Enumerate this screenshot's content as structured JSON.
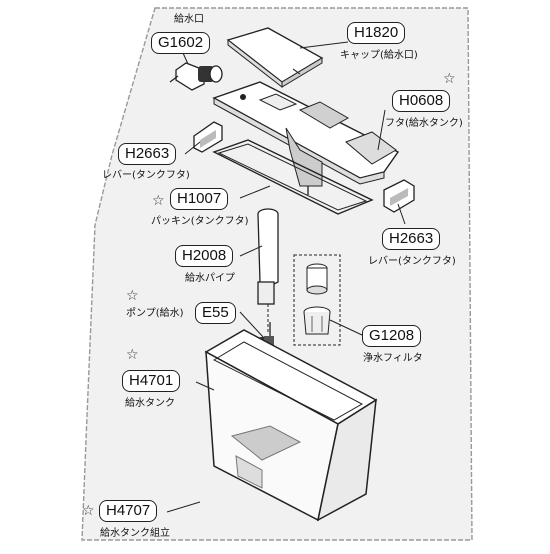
{
  "parts": [
    {
      "id": "p1",
      "code": "G1602",
      "name": "給水口",
      "star": false
    },
    {
      "id": "p2",
      "code": "H1820",
      "name": "キャップ(給水口)",
      "star": false
    },
    {
      "id": "p3",
      "code": "H0608",
      "name": "フタ(給水タンク)",
      "star": true
    },
    {
      "id": "p4",
      "code": "H2663",
      "name": "レバー(タンクフタ)",
      "star": false
    },
    {
      "id": "p5",
      "code": "H1007",
      "name": "パッキン(タンクフタ)",
      "star": true
    },
    {
      "id": "p6",
      "code": "H2663",
      "name": "レバー(タンクフタ)",
      "star": false
    },
    {
      "id": "p7",
      "code": "H2008",
      "name": "給水パイプ",
      "star": false
    },
    {
      "id": "p8",
      "code": "E55",
      "name": "ポンプ(給水)",
      "star": true
    },
    {
      "id": "p9",
      "code": "G1208",
      "name": "浄水フィルタ",
      "star": false
    },
    {
      "id": "p10",
      "code": "H4701",
      "name": "給水タンク",
      "star": true
    },
    {
      "id": "p11",
      "code": "H4707",
      "name": "給水タンク組立",
      "star": true
    }
  ],
  "colors": {
    "line": "#222222",
    "panel_bg": "#f1f1f1",
    "part_fill": "#ffffff",
    "shade": "#bdbdbd"
  }
}
